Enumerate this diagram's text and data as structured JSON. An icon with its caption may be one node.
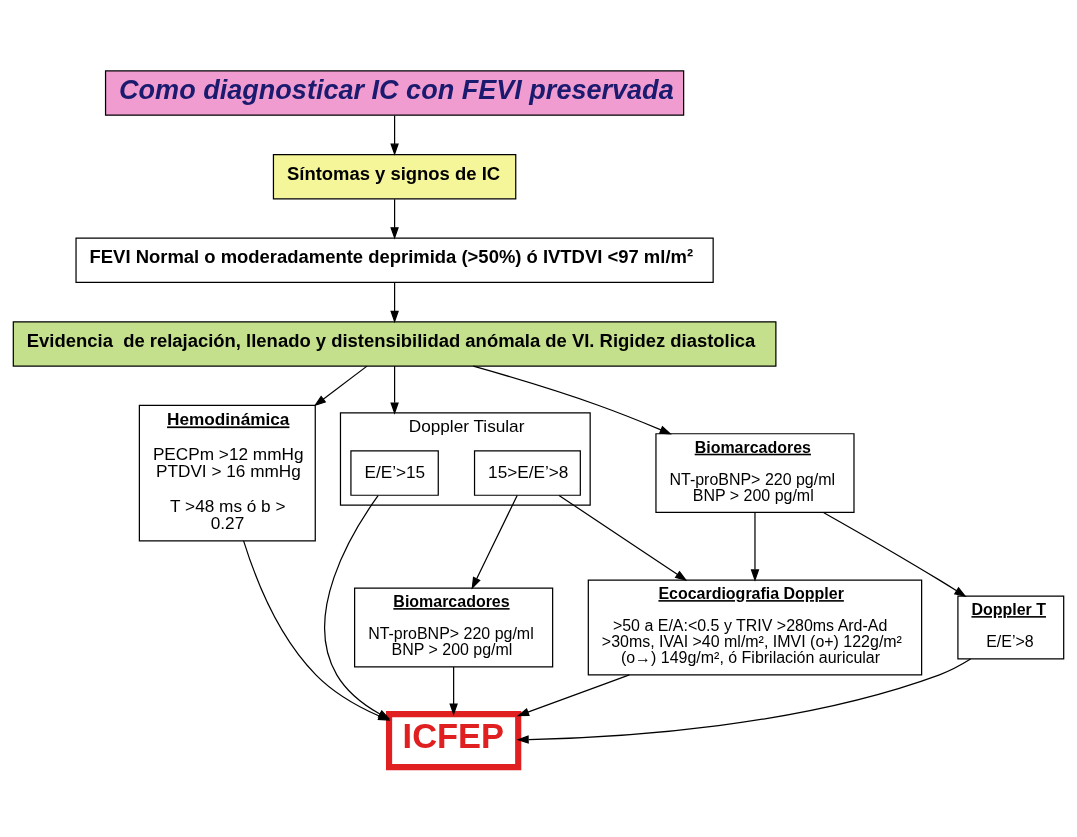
{
  "diagram": {
    "nodes": [
      {
        "text": [
          "Como diagnosticar IC con FEVI preservada"
        ]
      },
      {
        "text": [
          "Síntomas y signos de IC"
        ]
      },
      {
        "text": [
          "FEVI Normal o moderadamente deprimida (>50%) ó IVTDVI <97 ml/m²"
        ]
      },
      {
        "text": [
          "Evidencia  de relajación, llenado y distensibilidad anómala de VI. Rigidez diastolica"
        ]
      },
      {
        "text": [
          "Hemodinámica",
          "PECPm >12 mmHg PTDVI > 16 mmHg",
          "T >48 ms ó b > 0.27"
        ]
      },
      {
        "text": [
          "Doppler Tisular"
        ]
      },
      {
        "text": [
          "E/E’>15"
        ],
        "in": 5
      },
      {
        "text": [
          "15>E/E’>8"
        ],
        "in": 5
      },
      {
        "text": [
          "Biomarcadores",
          "NT-proBNP> 220 pg/ml BNP > 200 pg/ml"
        ]
      },
      {
        "text": [
          "Biomarcadores",
          "NT-proBNP> 220 pg/ml BNP > 200 pg/ml"
        ]
      },
      {
        "text": [
          "Doppler T",
          "E/E’>8"
        ]
      },
      {
        "text": [
          "Ecocardiografia Doppler",
          ">50 a E/A:<0.5 y TRIV >280ms Ard-Ad >30ms, IVAI >40 ml/m², IMVI (o+) 122g/m² (o→) 149g/m², ó Fibrilación auricular"
        ]
      },
      {
        "text": [
          "ICFEP"
        ]
      }
    ],
    "edges": [
      {
        "from": 0,
        "to": 1,
        "arrow": "to"
      },
      {
        "from": 1,
        "to": 2,
        "arrow": "to"
      },
      {
        "from": 2,
        "to": 3,
        "arrow": "to"
      },
      {
        "from": 3,
        "to": 4,
        "arrow": "to"
      },
      {
        "from": 3,
        "to": 5,
        "arrow": "to"
      },
      {
        "from": 3,
        "to": 8,
        "arrow": "to"
      },
      {
        "from": 4,
        "to": 12,
        "arrow": "to"
      },
      {
        "from": 6,
        "to": 12,
        "arrow": "to"
      },
      {
        "from": 7,
        "to": 9,
        "arrow": "to"
      },
      {
        "from": 7,
        "to": 11,
        "arrow": "to"
      },
      {
        "from": 8,
        "to": 11,
        "arrow": "to"
      },
      {
        "from": 8,
        "to": 10,
        "arrow": "to"
      },
      {
        "from": 9,
        "to": 12,
        "arrow": "to"
      },
      {
        "from": 11,
        "to": 12,
        "arrow": "to"
      },
      {
        "from": 10,
        "to": 12,
        "arrow": "to"
      }
    ]
  }
}
